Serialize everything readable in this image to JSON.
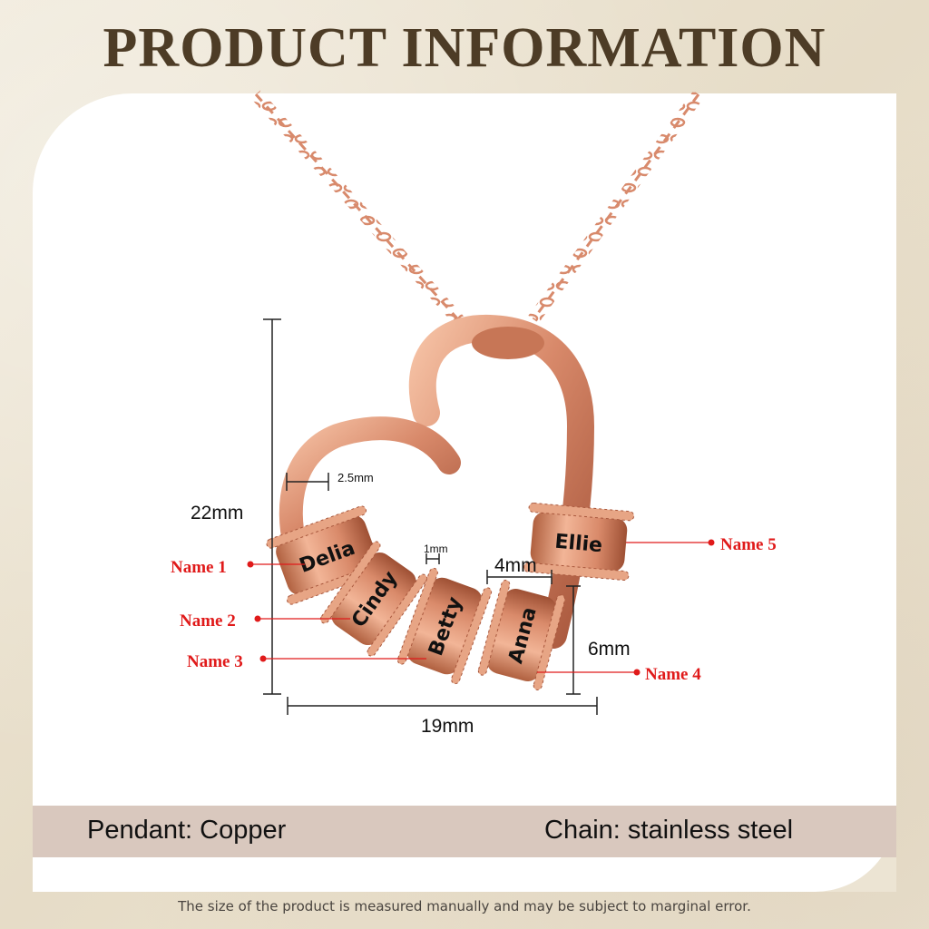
{
  "header": {
    "title": "PRODUCT INFORMATION"
  },
  "pendant": {
    "bead_names": [
      "Delia",
      "Cindy",
      "Betty",
      "Anna",
      "Ellie"
    ],
    "labels": [
      "Name 1",
      "Name 2",
      "Name 3",
      "Name 4",
      "Name 5"
    ]
  },
  "dimensions": {
    "height": "22mm",
    "width": "19mm",
    "gap": "2.5mm",
    "bead_gap": "1mm",
    "bead_width": "4mm",
    "bead_height": "6mm"
  },
  "materials": {
    "pendant": "Pendant: Copper",
    "chain": "Chain: stainless steel"
  },
  "footnote": "The size of the product is measured manually and may be subject to marginal error.",
  "colors": {
    "background": "#ece4d3",
    "title": "#4d3c26",
    "rose_gold": "#d8896a",
    "label_red": "#e01a1a",
    "material_bar": "#d9c8be"
  }
}
